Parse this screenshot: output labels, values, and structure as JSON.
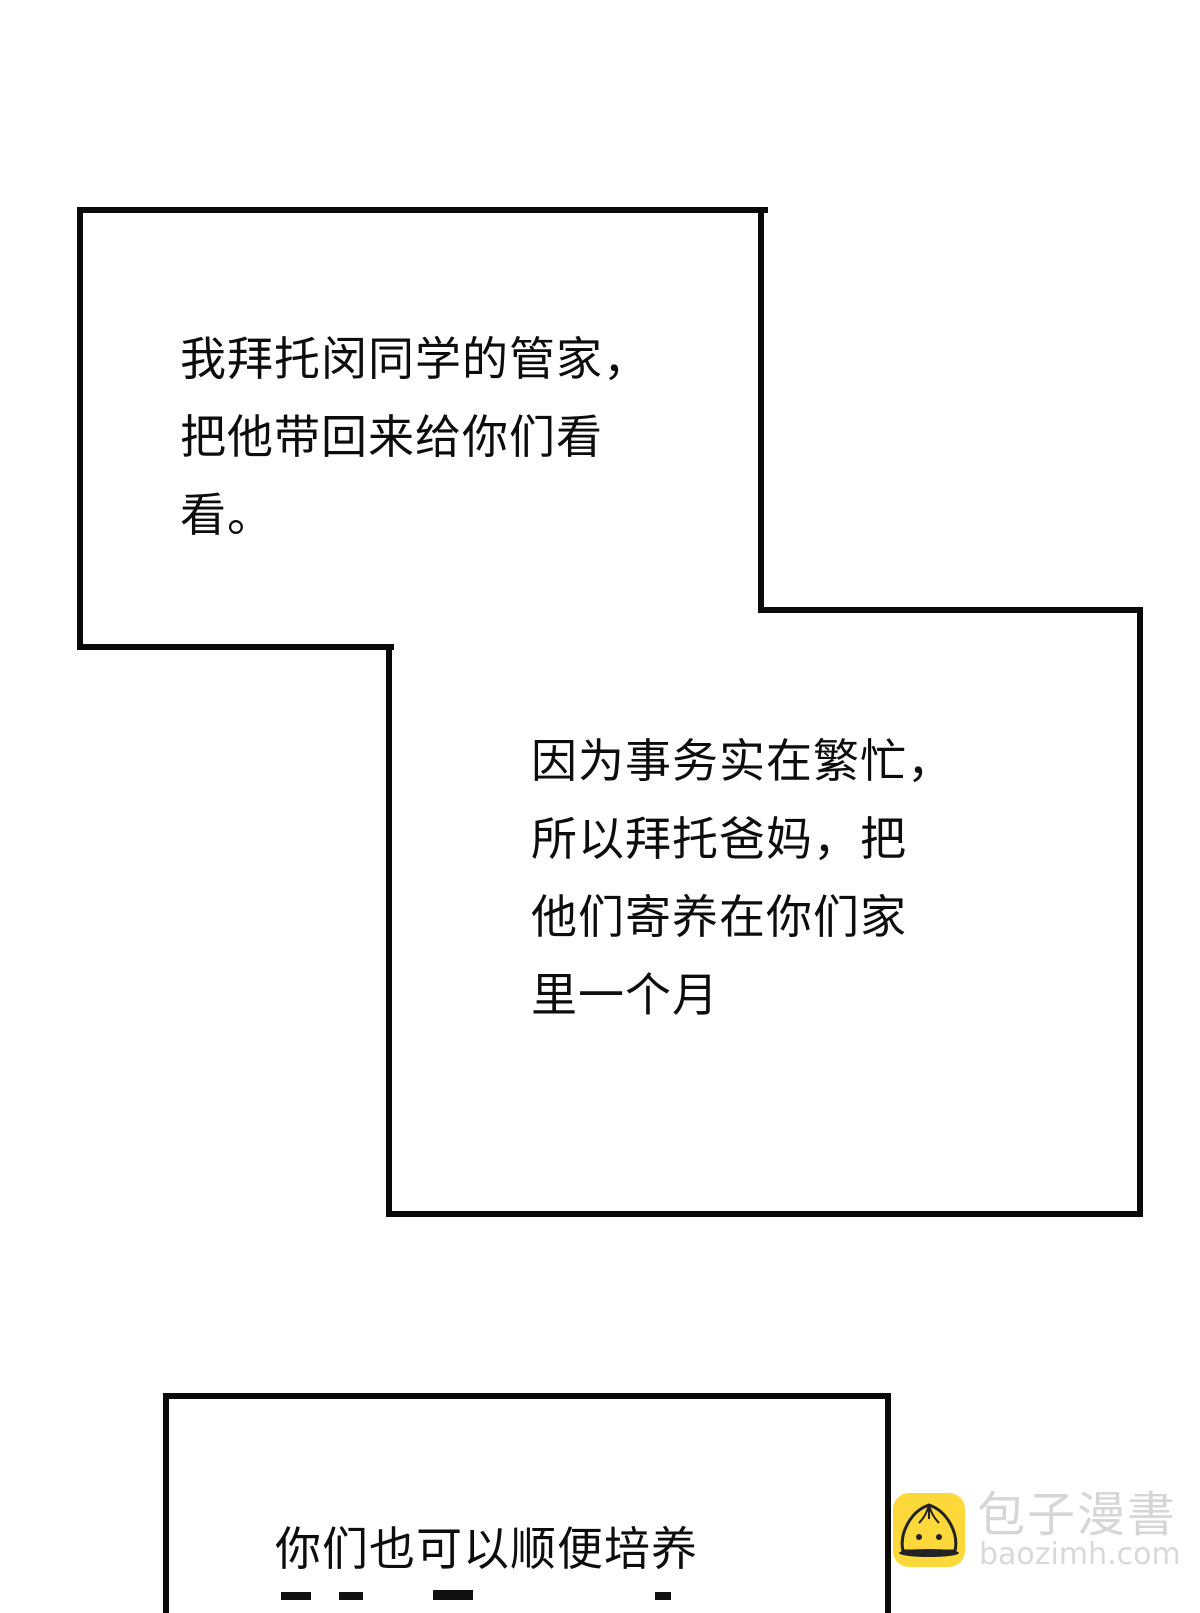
{
  "panels": [
    {
      "id": "panel-1",
      "lines": [
        "我拜托闵同学的管家，",
        "把他带回来给你们看",
        "看。"
      ]
    },
    {
      "id": "panel-2",
      "lines": [
        "因为事务实在繁忙，",
        "所以拜托爸妈，把",
        "他们寄养在你们家",
        "里一个月"
      ]
    },
    {
      "id": "panel-3",
      "lines": [
        "你们也可以顺便培养"
      ]
    }
  ],
  "watermark": {
    "icon": "steamed-bun-icon",
    "title": "包子漫書",
    "url": "baozimh.com",
    "color": "#fcd83a"
  },
  "colors": {
    "background": "#ffffff",
    "border": "#0a0a0a",
    "text": "#0d0d0d"
  }
}
